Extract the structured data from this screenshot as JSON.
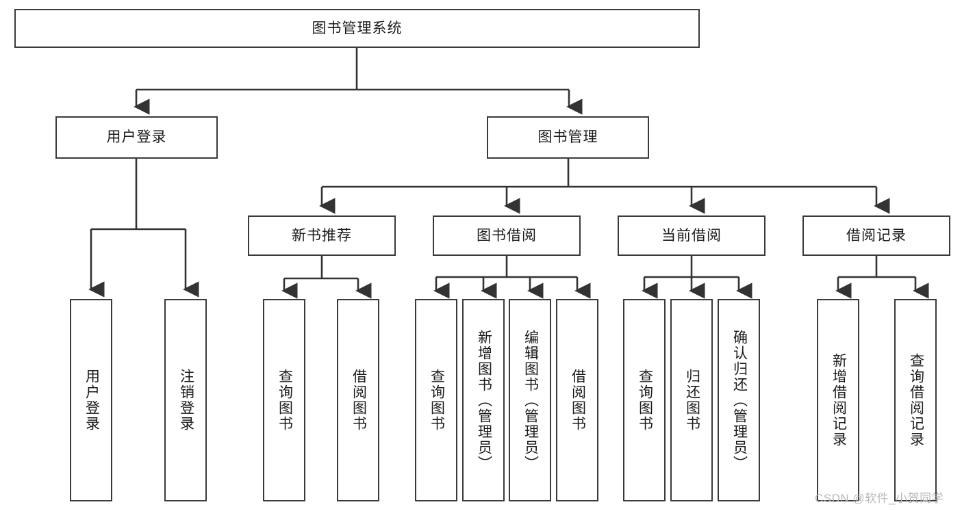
{
  "diagram": {
    "title": "图书管理系统",
    "type": "tree-hierarchy-chart",
    "colors": {
      "box_border": "#3a3a3a",
      "box_fill": "#ffffff",
      "edge": "#333333",
      "text": "#1b1b1b",
      "watermark": "#b9b9b9",
      "background": "#ffffff"
    }
  },
  "root": {
    "label": "图书管理系统"
  },
  "level2": [
    {
      "label": "用户登录"
    },
    {
      "label": "图书管理"
    }
  ],
  "level3": [
    {
      "label": "新书推荐"
    },
    {
      "label": "图书借阅"
    },
    {
      "label": "当前借阅"
    },
    {
      "label": "借阅记录"
    }
  ],
  "leaves": {
    "user_login": [
      {
        "label": "用户登录"
      },
      {
        "label": "注销登录"
      }
    ],
    "new_book_recommend": [
      {
        "label": "查询图书"
      },
      {
        "label": "借阅图书"
      }
    ],
    "book_borrow": [
      {
        "label": "查询图书"
      },
      {
        "label": "新增图书（管理员）"
      },
      {
        "label": "编辑图书（管理员）"
      },
      {
        "label": "借阅图书"
      }
    ],
    "current_borrow": [
      {
        "label": "查询图书"
      },
      {
        "label": "归还图书"
      },
      {
        "label": "确认归还（管理员）"
      }
    ],
    "borrow_record": [
      {
        "label": "新增借阅记录"
      },
      {
        "label": "查询借阅记录"
      }
    ]
  },
  "watermark": {
    "text": "CSDN @软件_小贺同学"
  }
}
